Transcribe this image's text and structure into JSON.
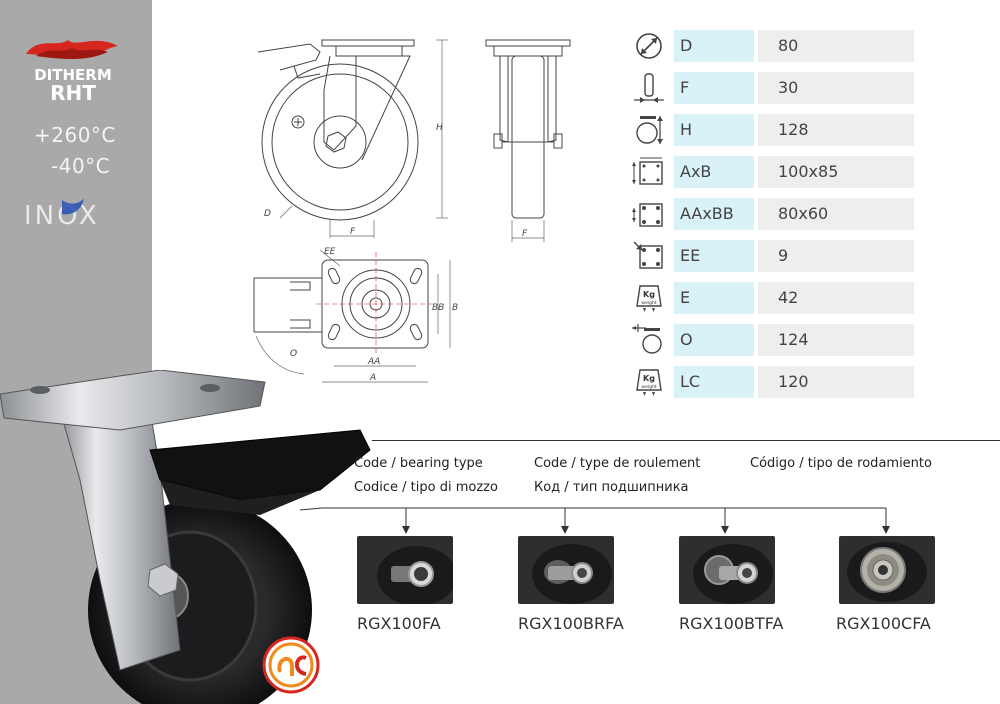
{
  "brand": {
    "name_line1": "DITHERM",
    "name_line2": "RHT",
    "accent_color": "#d7261e",
    "temp_high": "+260°C",
    "temp_low": "-40°C",
    "material_logo": "INOX",
    "secondary_logo_icon": "dc-logo"
  },
  "drawing_labels": {
    "side": {
      "H": "H",
      "D": "D",
      "F": "F"
    },
    "front": {
      "F": "F"
    },
    "top": {
      "EE": "EE",
      "O": "O",
      "AA": "AA",
      "A": "A",
      "BB": "BB",
      "B": "B"
    }
  },
  "specs": [
    {
      "code": "D",
      "value": "80",
      "icon": "wheel-diameter-icon"
    },
    {
      "code": "F",
      "value": "30",
      "icon": "wheel-width-icon"
    },
    {
      "code": "H",
      "value": "128",
      "icon": "total-height-icon"
    },
    {
      "code": "AxB",
      "value": "100x85",
      "icon": "plate-size-icon"
    },
    {
      "code": "AAxBB",
      "value": "80x60",
      "icon": "bolt-hole-spacing-icon"
    },
    {
      "code": "EE",
      "value": "9",
      "icon": "bolt-hole-icon"
    },
    {
      "code": "E",
      "value": "42",
      "icon": "load-weight-icon",
      "icon_text": "Kg",
      "icon_subtext": "weight"
    },
    {
      "code": "O",
      "value": "124",
      "icon": "swivel-radius-icon"
    },
    {
      "code": "LC",
      "value": "120",
      "icon": "load-capacity-icon",
      "icon_text": "Kg",
      "icon_subtext": "weight"
    }
  ],
  "bearing_section": {
    "headers": [
      "Code / bearing type",
      "Code / type de roulement",
      "Código / tipo de rodamiento",
      "Codice / tipo di mozzo",
      "Код / тип подшипника"
    ],
    "options": [
      {
        "code": "RGX100FA"
      },
      {
        "code": "RGX100BRFA"
      },
      {
        "code": "RGX100BTFA"
      },
      {
        "code": "RGX100CFA"
      }
    ]
  }
}
